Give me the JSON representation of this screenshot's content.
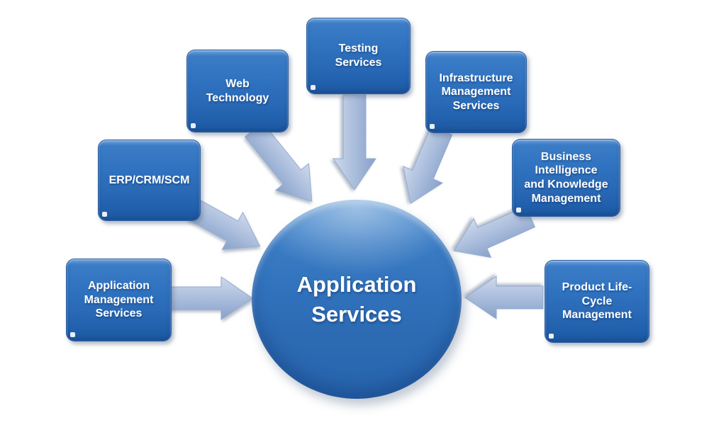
{
  "diagram": {
    "center": {
      "id": "application-services",
      "label": "Application\nServices"
    },
    "nodes": [
      {
        "id": "application-management-services",
        "label": "Application\nManagement\nServices"
      },
      {
        "id": "erp-crm-scm",
        "label": "ERP/CRM/SCM"
      },
      {
        "id": "web-technology",
        "label": "Web\nTechnology"
      },
      {
        "id": "testing-services",
        "label": "Testing\nServices"
      },
      {
        "id": "infrastructure-management-services",
        "label": "Infrastructure\nManagement\nServices"
      },
      {
        "id": "business-intelligence-and-knowledge-management",
        "label": "Business\nIntelligence\nand Knowledge\nManagement"
      },
      {
        "id": "product-life-cycle-management",
        "label": "Product Life-\nCycle\nManagement"
      }
    ],
    "edges": [
      {
        "from": "application-management-services",
        "to": "application-services"
      },
      {
        "from": "erp-crm-scm",
        "to": "application-services"
      },
      {
        "from": "web-technology",
        "to": "application-services"
      },
      {
        "from": "testing-services",
        "to": "application-services"
      },
      {
        "from": "infrastructure-management-services",
        "to": "application-services"
      },
      {
        "from": "business-intelligence-and-knowledge-management",
        "to": "application-services"
      },
      {
        "from": "product-life-cycle-management",
        "to": "application-services"
      }
    ],
    "colors": {
      "box_blue": "#2f72bf",
      "box_border": "#2a5c9e",
      "circle_blue": "#3172bc",
      "arrow_light": "#ced9ec",
      "arrow_dark": "#87a1c9",
      "text": "#ffffff",
      "background": "#ffffff"
    }
  }
}
